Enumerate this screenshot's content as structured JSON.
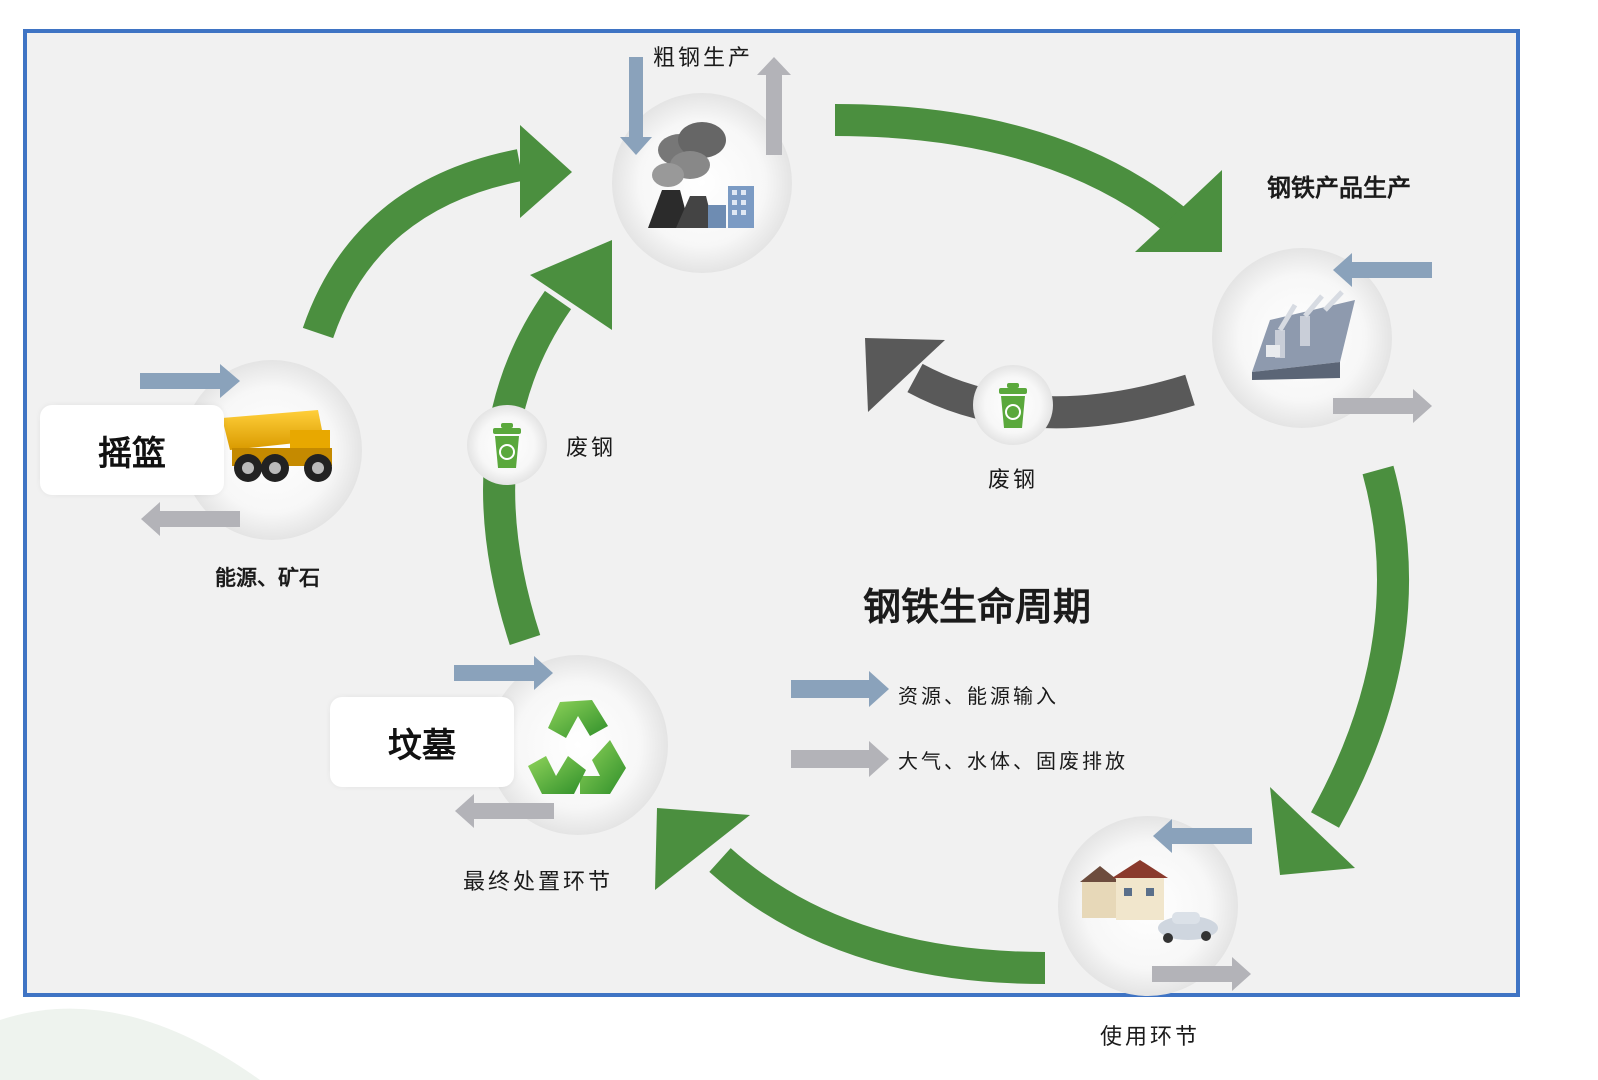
{
  "diagram": {
    "title": "钢铁生命周期",
    "nodes": {
      "crude_steel": {
        "label": "粗钢生产"
      },
      "products": {
        "label": "钢铁产品生产"
      },
      "cradle": {
        "label": "摇篮",
        "caption": "能源、矿石"
      },
      "grave": {
        "label": "坟墓",
        "caption": "最终处置环节"
      },
      "use": {
        "label": "使用环节"
      }
    },
    "scrap_labels": {
      "left": "废钢",
      "right": "废钢"
    },
    "legend": {
      "input": "资源、能源输入",
      "output": "大气、水体、固废排放"
    },
    "colors": {
      "cycle_arrow": "#4b8f3f",
      "scrap_arrow": "#595959",
      "input_arrow": "#8aa2bb",
      "output_arrow": "#b3b3b8",
      "frame_border": "#3f74c4"
    },
    "icons": [
      "factory-icon",
      "robot-assembly-icon",
      "dump-truck-icon",
      "recycle-icon",
      "houses-car-icon",
      "recycle-bin-icon"
    ]
  }
}
